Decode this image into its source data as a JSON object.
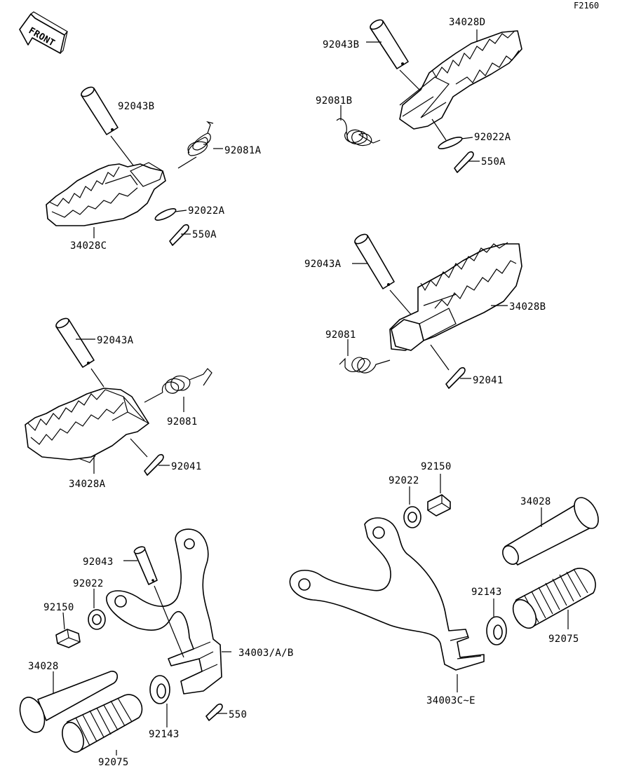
{
  "figure_code": "F2160",
  "front_tag": "FRONT",
  "labels": {
    "c1_pin": "92043B",
    "c1_spring": "92081A",
    "c1_washer": "92022A",
    "c1_cotter": "550A",
    "c1_peg": "34028C",
    "d_pin": "92043B",
    "d_peg": "34028D",
    "d_spring": "92081B",
    "d_washer": "92022A",
    "d_cotter": "550A",
    "b_pin": "92043A",
    "b_peg": "34028B",
    "b_spring": "92081",
    "b_cotter": "92041",
    "a_pin": "92043A",
    "a_spring": "92081",
    "a_cotter": "92041",
    "a_peg": "34028A",
    "l_pin": "92043",
    "l_washer": "92022",
    "l_bolt": "92150",
    "l_bracket": "34003/A/B",
    "l_shaft": "34028",
    "l_cotter": "550",
    "l_washer2": "92143",
    "l_rubber": "92075",
    "r_washer": "92022",
    "r_bolt": "92150",
    "r_shaft": "34028",
    "r_washer2": "92143",
    "r_rubber": "92075",
    "r_bracket": "34003C~E"
  }
}
